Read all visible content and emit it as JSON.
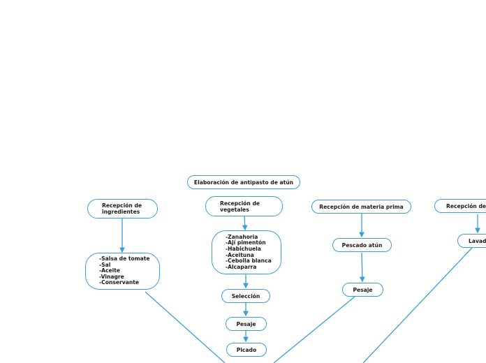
{
  "diagram": {
    "title": "Elaboración de antipasto de atún",
    "ingredients_header": "Recepción de ingredientes",
    "ingredients_list": "-Salsa de tomate\n-Sal\n-Aceite\n-Vinagre\n-Conservante",
    "vegetables_header": "Recepción de vegetales",
    "vegetables_list": "-Zanahoria\n-Ají pimentón\n-Habichuela\n-Aceituna\n-Cebolla blanca\n-Alcaparra",
    "seleccion": "Selección",
    "pesaje_veg": "Pesaje",
    "picado": "Picado",
    "raw_material_header": "Recepción de materia prima",
    "pescado": "Pescado atún",
    "pesaje_fish": "Pesaje",
    "fourth_header": "Recepción de e",
    "lavado": "Lavado",
    "colors": {
      "accent": "#3a9fd9",
      "text": "#1a1a1a",
      "background": "#ffffff"
    }
  }
}
